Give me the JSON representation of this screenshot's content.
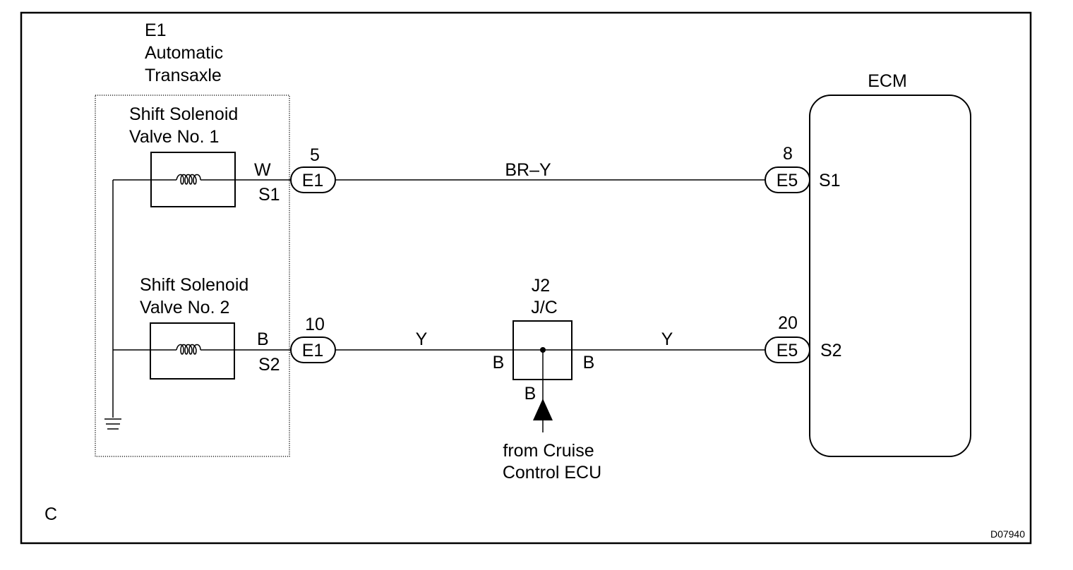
{
  "diagram_id": "D07940",
  "corner_label": "C",
  "transaxle": {
    "code": "E1",
    "name_line1": "Automatic",
    "name_line2": "Transaxle"
  },
  "solenoid1": {
    "line1": "Shift Solenoid",
    "line2": "Valve No. 1",
    "wire_color": "W",
    "terminal": "S1"
  },
  "solenoid2": {
    "line1": "Shift Solenoid",
    "line2": "Valve No. 2",
    "wire_color": "B",
    "terminal": "S2"
  },
  "connectors": {
    "e1_top": {
      "pin": "5",
      "code": "E1"
    },
    "e1_bottom": {
      "pin": "10",
      "code": "E1"
    },
    "e5_top": {
      "pin": "8",
      "code": "E5"
    },
    "e5_bottom": {
      "pin": "20",
      "code": "E5"
    }
  },
  "wires": {
    "top": "BR–Y",
    "bottom_left": "Y",
    "bottom_right": "Y"
  },
  "junction": {
    "code": "J2",
    "name": "J/C",
    "left_pin": "B",
    "right_pin": "B",
    "bottom_pin": "B",
    "from_line1": "from Cruise",
    "from_line2": "Control ECU"
  },
  "ecm": {
    "title": "ECM",
    "terminal_top": "S1",
    "terminal_bottom": "S2"
  }
}
